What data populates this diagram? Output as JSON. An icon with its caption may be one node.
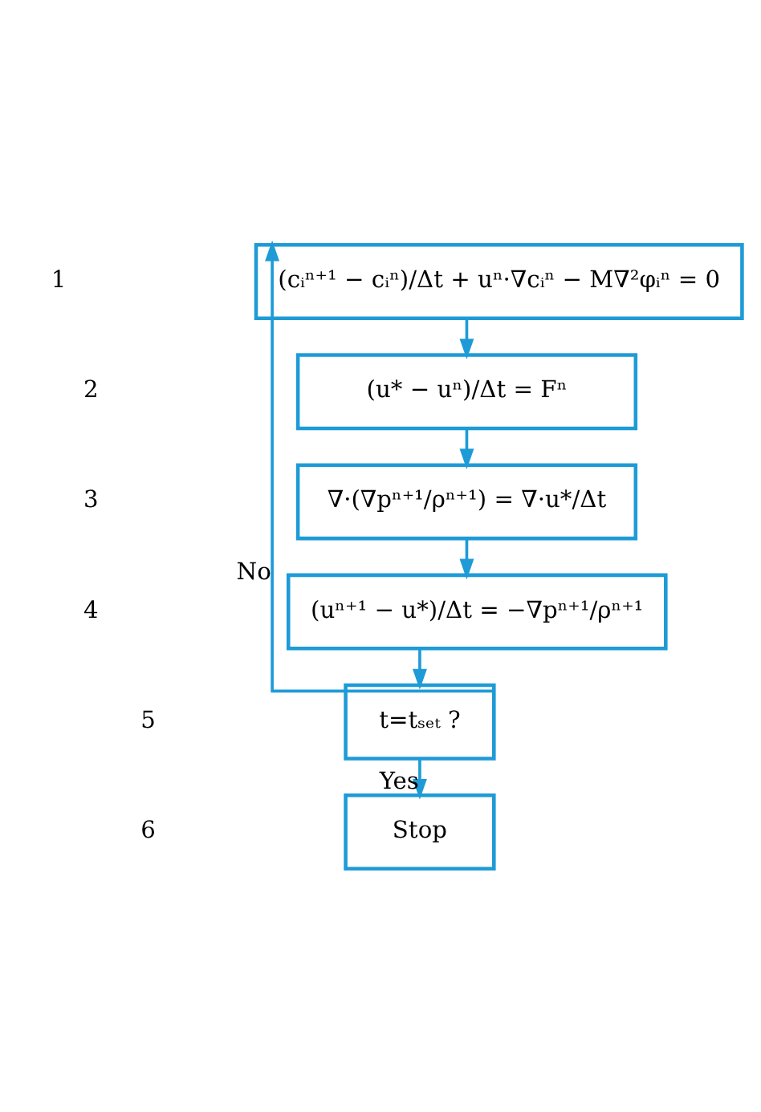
{
  "diagram": {
    "nodes": [
      {
        "text": [
          "(cᵢⁿ⁺¹ − cᵢⁿ)/Δt + uⁿ·∇cᵢⁿ − M∇²φᵢⁿ = 0"
        ]
      },
      {
        "text": [
          "(u* − uⁿ)/Δt = Fⁿ"
        ]
      },
      {
        "text": [
          "∇·(∇pⁿ⁺¹/ρⁿ⁺¹) = ∇·u*/Δt"
        ]
      },
      {
        "text": [
          "(uⁿ⁺¹ − u*)/Δt = −∇pⁿ⁺¹/ρⁿ⁺¹"
        ]
      },
      {
        "text": [
          "t=tₛₑₜ ?"
        ]
      },
      {
        "text": [
          "Stop"
        ]
      }
    ],
    "edges": [
      {
        "from": 0,
        "to": 1,
        "arrow": "to"
      },
      {
        "from": 1,
        "to": 2,
        "arrow": "to"
      },
      {
        "from": 2,
        "to": 3,
        "arrow": "to"
      },
      {
        "from": 3,
        "to": 4,
        "arrow": "to"
      },
      {
        "from": 4,
        "to": 5,
        "arrow": "to",
        "label": "Yes"
      },
      {
        "from": 4,
        "to": 0,
        "arrow": "to",
        "label": "No"
      }
    ],
    "labels": [
      "1",
      "2",
      "3",
      "4",
      "5",
      "6"
    ]
  }
}
